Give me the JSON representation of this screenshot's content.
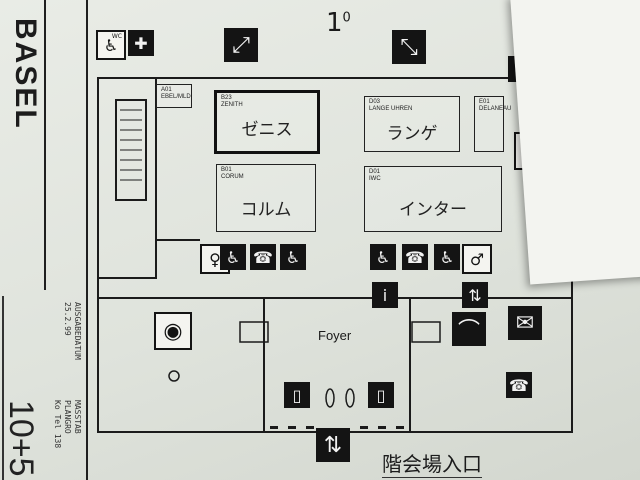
{
  "city": "BASEL",
  "floor": {
    "number": "1",
    "marker": "0"
  },
  "booths": [
    {
      "code": "B23",
      "name": "ZENITH",
      "label": "ゼニス"
    },
    {
      "code": "D03",
      "name": "LANGE UHREN",
      "label": "ランゲ"
    },
    {
      "code": "E01",
      "name": "DELANEAU",
      "label": ""
    },
    {
      "code": "B01",
      "name": "CORUM",
      "label": "コルム"
    },
    {
      "code": "D01",
      "name": "IWC",
      "label": "インター"
    },
    {
      "code": "A01",
      "name": "EBEL/MLD",
      "label": ""
    }
  ],
  "area_labels": {
    "foyer": "Foyer"
  },
  "handwritten_note": "階会場入口",
  "stamp_lines": [
    "AUSGABEDATUM",
    "25.2.99",
    "MASSTAB",
    "PLANGRO",
    "Ko Tel 138"
  ],
  "corner_number": "10+5",
  "icons": [
    "wheelchair-icon",
    "first-aid-icon",
    "escalator-icon",
    "escalator-icon",
    "elevator-icon",
    "restaurant-icon",
    "restroom-icon",
    "phone-icon",
    "information-icon",
    "cloakroom-icon",
    "mail-icon",
    "up-down-arrows-icon"
  ]
}
